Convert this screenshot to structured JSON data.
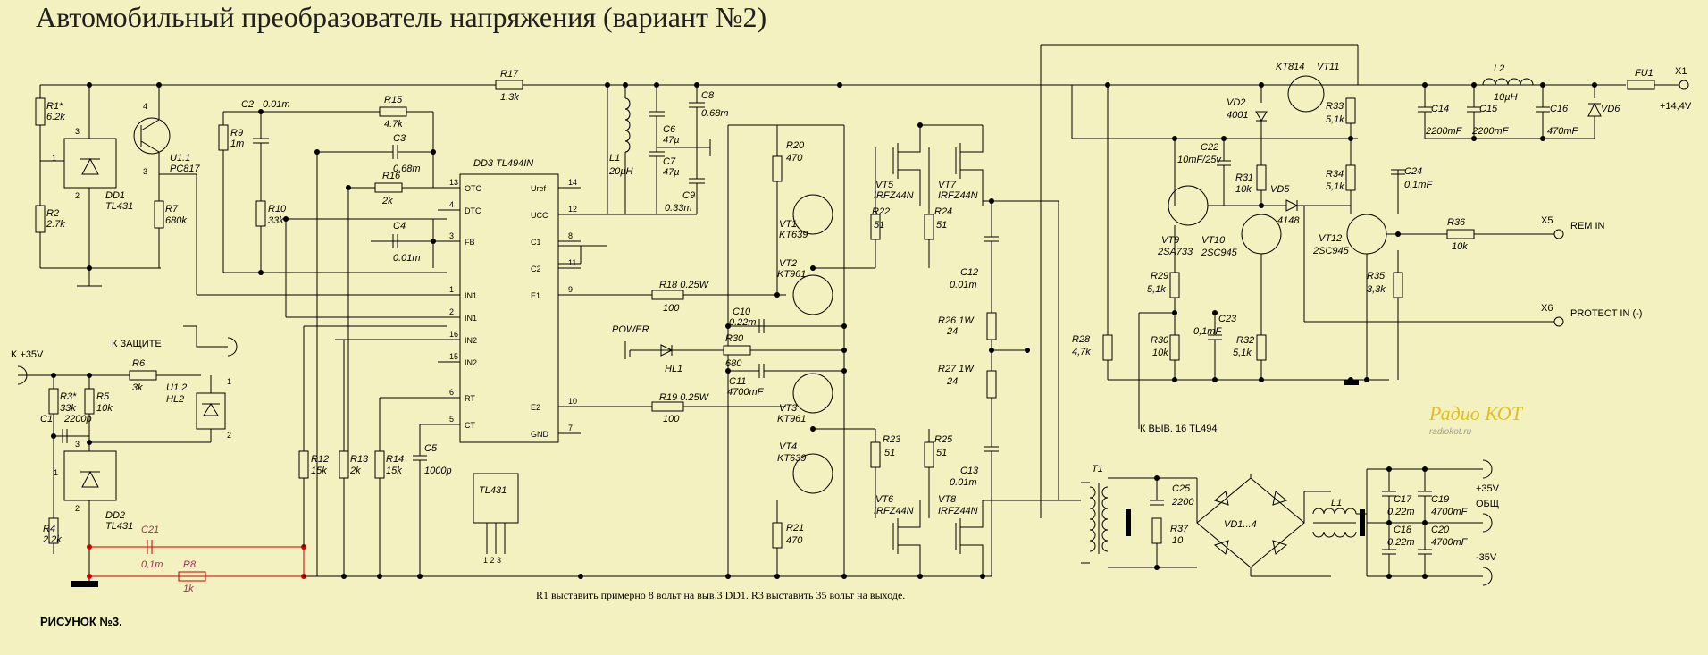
{
  "title": "Автомобильный преобразователь напряжения (вариант №2)",
  "figure_caption": "РИСУНОК №3.",
  "note": "R1 выставить примерно 8 вольт на выв.3 DD1.  R3 выставить 35 вольт на выходе.",
  "watermark": {
    "logo": "Радио КОТ",
    "url": "radiokot.ru"
  },
  "ic": {
    "name": "DD3  TL494IN",
    "left_pins": [
      {
        "num": "13",
        "name": "OTC"
      },
      {
        "num": "4",
        "name": "DTC"
      },
      {
        "num": "3",
        "name": "FB"
      },
      {
        "num": "1",
        "name": "IN1"
      },
      {
        "num": "2",
        "name": "IN1"
      },
      {
        "num": "16",
        "name": "IN2"
      },
      {
        "num": "15",
        "name": "IN2"
      },
      {
        "num": "6",
        "name": "RT"
      },
      {
        "num": "5",
        "name": "CT"
      }
    ],
    "right_pins": [
      {
        "num": "14",
        "name": "Uref"
      },
      {
        "num": "12",
        "name": "UCC"
      },
      {
        "num": "8",
        "name": "C1"
      },
      {
        "num": "11",
        "name": "C2"
      },
      {
        "num": "9",
        "name": "E1"
      },
      {
        "num": "10",
        "name": "E2"
      },
      {
        "num": "7",
        "name": "GND"
      }
    ],
    "package": {
      "name": "TL431",
      "pins": "1 2 3"
    }
  },
  "parts": {
    "R1": [
      "R1*",
      "6.2k"
    ],
    "R2": [
      "R2",
      "2.7k"
    ],
    "DD1": [
      "DD1",
      "TL431"
    ],
    "U11": [
      "U1.1",
      "PC817"
    ],
    "R7": [
      "R7",
      "680k"
    ],
    "C2": [
      "C2",
      "0.01m"
    ],
    "R9": [
      "R9",
      "1m"
    ],
    "R10": [
      "R10",
      "33k"
    ],
    "R15": [
      "R15",
      "4.7k"
    ],
    "C3": [
      "C3",
      "0.68m"
    ],
    "R16": [
      "R16",
      "2k"
    ],
    "C4": [
      "C4",
      "0.01m"
    ],
    "R17": [
      "R17",
      "1.3k"
    ],
    "L1a": [
      "L1",
      "20µH"
    ],
    "C6": [
      "C6",
      "47µ"
    ],
    "C7": [
      "C7",
      "47µ"
    ],
    "C8": [
      "C8",
      "0.68m"
    ],
    "C9": [
      "C9",
      "0.33m"
    ],
    "R3": [
      "R3*",
      "33k"
    ],
    "R5": [
      "R5",
      "10k"
    ],
    "R6": [
      "R6",
      "3k"
    ],
    "U12": [
      "U1.2",
      "HL2"
    ],
    "C1": [
      "C1",
      "2200p"
    ],
    "DD2": [
      "DD2",
      "TL431"
    ],
    "R4": [
      "R4",
      "2.2k"
    ],
    "C21": [
      "C21",
      "0,1m"
    ],
    "R8": [
      "R8",
      "1k"
    ],
    "R12": [
      "R12",
      "15k"
    ],
    "R13": [
      "R13",
      "2k"
    ],
    "R14": [
      "R14",
      "15k"
    ],
    "C5": [
      "C5",
      "1000p"
    ],
    "R20": [
      "R20",
      "470"
    ],
    "R21": [
      "R21",
      "470"
    ],
    "VT1": [
      "VT1",
      "KT639"
    ],
    "VT2": [
      "VT2",
      "KT961"
    ],
    "VT3": [
      "VT3",
      "KT961"
    ],
    "VT4": [
      "VT4",
      "KT639"
    ],
    "R18": [
      "R18 0.25W",
      "100"
    ],
    "R19": [
      "R19 0.25W",
      "100"
    ],
    "C10": [
      "C10",
      "0.22m"
    ],
    "C11": [
      "C11",
      "4700mF"
    ],
    "R30": [
      "R30",
      "680"
    ],
    "HL1": [
      "HL1",
      "POWER"
    ],
    "VT5": [
      "VT5",
      "IRFZ44N"
    ],
    "VT6": [
      "VT6",
      "IRFZ44N"
    ],
    "VT7": [
      "VT7",
      "IRFZ44N"
    ],
    "VT8": [
      "VT8",
      "IRFZ44N"
    ],
    "R22": [
      "R22",
      "51"
    ],
    "R23": [
      "R23",
      "51"
    ],
    "R24": [
      "R24",
      "51"
    ],
    "R25": [
      "R25",
      "51"
    ],
    "C12": [
      "C12",
      "0.01m"
    ],
    "C13": [
      "C13",
      "0.01m"
    ],
    "R26": [
      "R26 1W",
      "24"
    ],
    "R27": [
      "R27 1W",
      "24"
    ],
    "T1": [
      "T1",
      ""
    ],
    "C25": [
      "C25",
      "2200"
    ],
    "R37": [
      "R37",
      "10"
    ],
    "VD14": [
      "VD1...4",
      ""
    ],
    "L1b": [
      "L1",
      ""
    ],
    "C17": [
      "C17",
      "0.22m"
    ],
    "C18": [
      "C18",
      "0.22m"
    ],
    "C19": [
      "C19",
      "4700mF"
    ],
    "C20": [
      "C20",
      "4700mF"
    ],
    "VT11": [
      "VT11",
      "KT814"
    ],
    "VD2": [
      "VD2",
      "4001"
    ],
    "R33": [
      "R33",
      "5,1k"
    ],
    "R34": [
      "R34",
      "5,1k"
    ],
    "C22": [
      "C22",
      "10mF/25v"
    ],
    "R31": [
      "R31",
      "10k"
    ],
    "VD5": [
      "VD5",
      "4148"
    ],
    "VT9": [
      "VT9",
      "2SA733"
    ],
    "VT10": [
      "VT10",
      "2SC945"
    ],
    "VT12": [
      "VT12",
      "2SC945"
    ],
    "R29": [
      "R29",
      "5,1k"
    ],
    "R30b": [
      "R30",
      "10k"
    ],
    "C23": [
      "C23",
      "0,1mF"
    ],
    "R32": [
      "R32",
      "5,1k"
    ],
    "R28": [
      "R28",
      "4,7k"
    ],
    "R35": [
      "R35",
      "3,3k"
    ],
    "R36": [
      "R36",
      "10k"
    ],
    "C24": [
      "C24",
      "0,1mF"
    ],
    "C14": [
      "C14",
      "2200mF"
    ],
    "C15": [
      "C15",
      "2200mF"
    ],
    "C16": [
      "C16",
      "470mF"
    ],
    "L2": [
      "L2",
      "10µH"
    ],
    "FU1": [
      "FU1",
      ""
    ],
    "VD6": [
      "VD6",
      ""
    ]
  },
  "nets": {
    "k35": "K +35V",
    "k_prot": "К ЗАЩИТЕ",
    "x1": "X1",
    "x1v": "+14,4V",
    "x5": "X5",
    "rem": "REM IN",
    "x6": "X6",
    "protect": "PROTECT IN (-)",
    "kvyv": "К ВЫВ. 16 TL494",
    "p35": "+35V",
    "obsh": "ОБЩ",
    "m35": "-35V"
  }
}
